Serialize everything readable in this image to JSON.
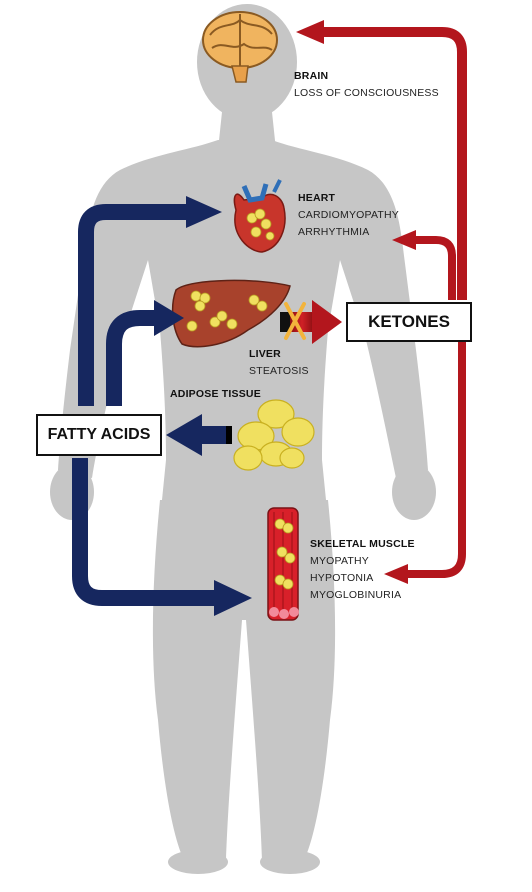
{
  "organs": {
    "brain": {
      "title": "BRAIN",
      "effects": [
        "LOSS OF CONSCIOUSNESS"
      ]
    },
    "heart": {
      "title": "HEART",
      "effects": [
        "CARDIOMYOPATHY",
        "ARRHYTHMIA"
      ]
    },
    "liver": {
      "title": "LIVER",
      "effects": [
        "STEATOSIS"
      ]
    },
    "adipose": {
      "title": "ADIPOSE TISSUE",
      "effects": []
    },
    "muscle": {
      "title": "SKELETAL MUSCLE",
      "effects": [
        "MYOPATHY",
        "HYPOTONIA",
        "MYOGLOBINURIA"
      ]
    }
  },
  "boxes": {
    "ketones": "KETONES",
    "fatty_acids": "FATTY ACIDS"
  },
  "colors": {
    "body": "#c6c6c6",
    "fatty_acid_arrow": "#16275f",
    "ketone_arrow": "#b3161d",
    "fat_droplet": "#f0e060",
    "block_mark": "#f3b43c"
  }
}
